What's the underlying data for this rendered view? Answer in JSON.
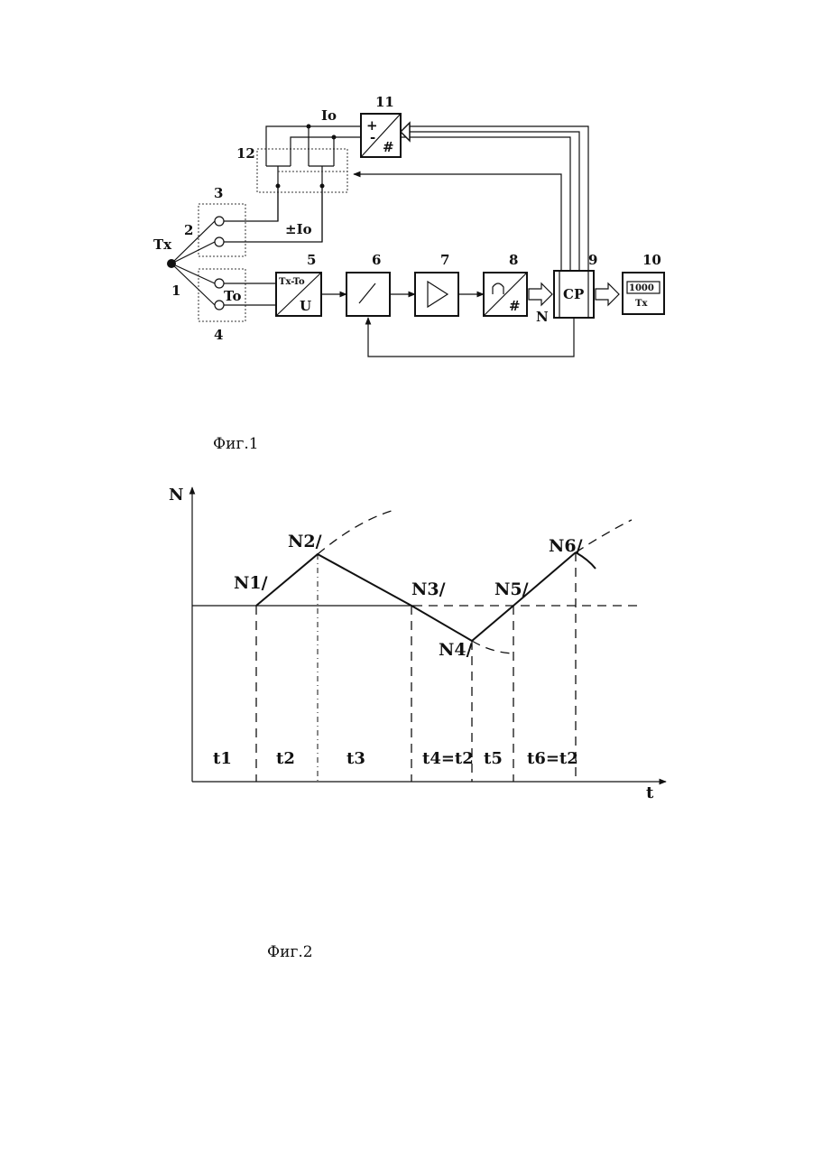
{
  "fig1": {
    "caption": "Фиг.1",
    "labels": {
      "tx": "Tx",
      "n1": "1",
      "n2": "2",
      "n3": "3",
      "n4": "4",
      "n5": "5",
      "n6": "6",
      "n7": "7",
      "n8": "8",
      "n9": "9",
      "n10": "10",
      "n11": "11",
      "n12": "12",
      "io_top": "Io",
      "io_pm": "±Io",
      "to": "To",
      "n_bus": "N"
    },
    "block_text": {
      "b5_top": "Tx-To",
      "b5_bottom": "U",
      "b11_plus": "+",
      "b11_minus": "-",
      "b11_hash": "#",
      "b8_hash": "#",
      "b9": "CP",
      "b10_top": "1000",
      "b10_bottom": "Tx"
    }
  },
  "fig2": {
    "caption": "Фиг.2",
    "axis_y": "N",
    "axis_x": "t",
    "points": [
      "N1/",
      "N2/",
      "N3/",
      "N4/",
      "N5/",
      "N6/"
    ],
    "intervals": [
      "t1",
      "t2",
      "t3",
      "t4=t2",
      "t5",
      "t6=t2"
    ]
  }
}
